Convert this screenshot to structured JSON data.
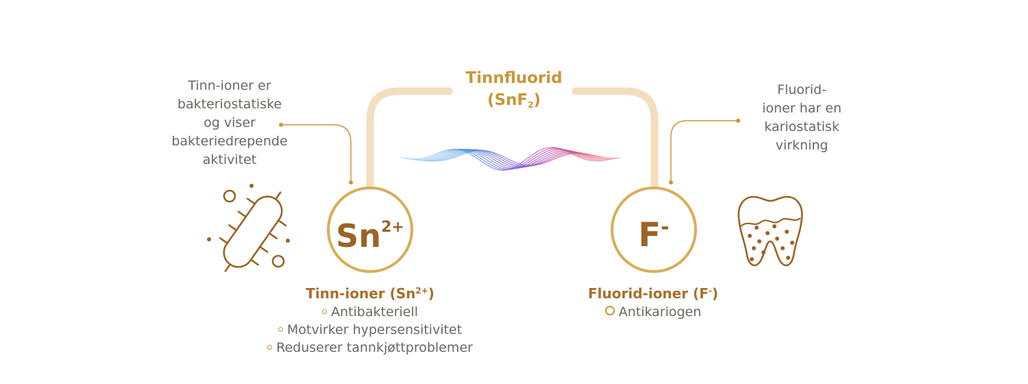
{
  "diagram": {
    "title": "Tinnfluorid",
    "formula_main": "(SnF",
    "formula_sub": "2",
    "formula_close": ")",
    "left_description": [
      "Tinn-ioner er",
      "bakteriostatiske",
      "og viser",
      "bakteriedrepende",
      "aktivitet"
    ],
    "right_description": [
      "Fluorid-",
      "ioner har en",
      "kariostatisk",
      "virkning"
    ],
    "left_ion": {
      "symbol": "Sn",
      "charge": "2+",
      "heading_main": "Tinn-ioner (Sn",
      "heading_sup": "2+",
      "heading_close": ")",
      "bullets": [
        "Antibakteriell",
        "Motvirker hypersensitivitet",
        "Reduserer tannkjøttproblemer"
      ]
    },
    "right_ion": {
      "symbol": "F",
      "charge": "-",
      "heading_main": "Fluorid-ioner (F",
      "heading_sup": "-",
      "heading_close": ")",
      "bullets": [
        "Antikariogen"
      ]
    },
    "colors": {
      "gold": "#c9963a",
      "brown": "#a66f2b",
      "text": "#6b6660",
      "arc": "#f3dfbf",
      "wave_blue": "#5aa6e8",
      "wave_purple": "#8a5ad8",
      "wave_pink": "#e0507a"
    },
    "icons": [
      "bacteria-icon",
      "tooth-icon",
      "wave-icon"
    ]
  }
}
